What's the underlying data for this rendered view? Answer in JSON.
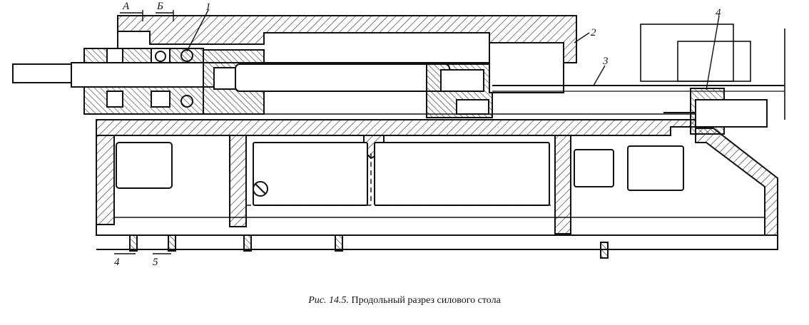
{
  "figure": {
    "caption_number": "Рис. 14.5.",
    "caption_text": "Продольный разрез силового стола"
  },
  "callouts": {
    "section_a": "А",
    "section_b": "Б",
    "part_1": "1",
    "part_2": "2",
    "part_3": "3",
    "part_4_top": "4",
    "port_4": "4",
    "port_5": "5"
  }
}
